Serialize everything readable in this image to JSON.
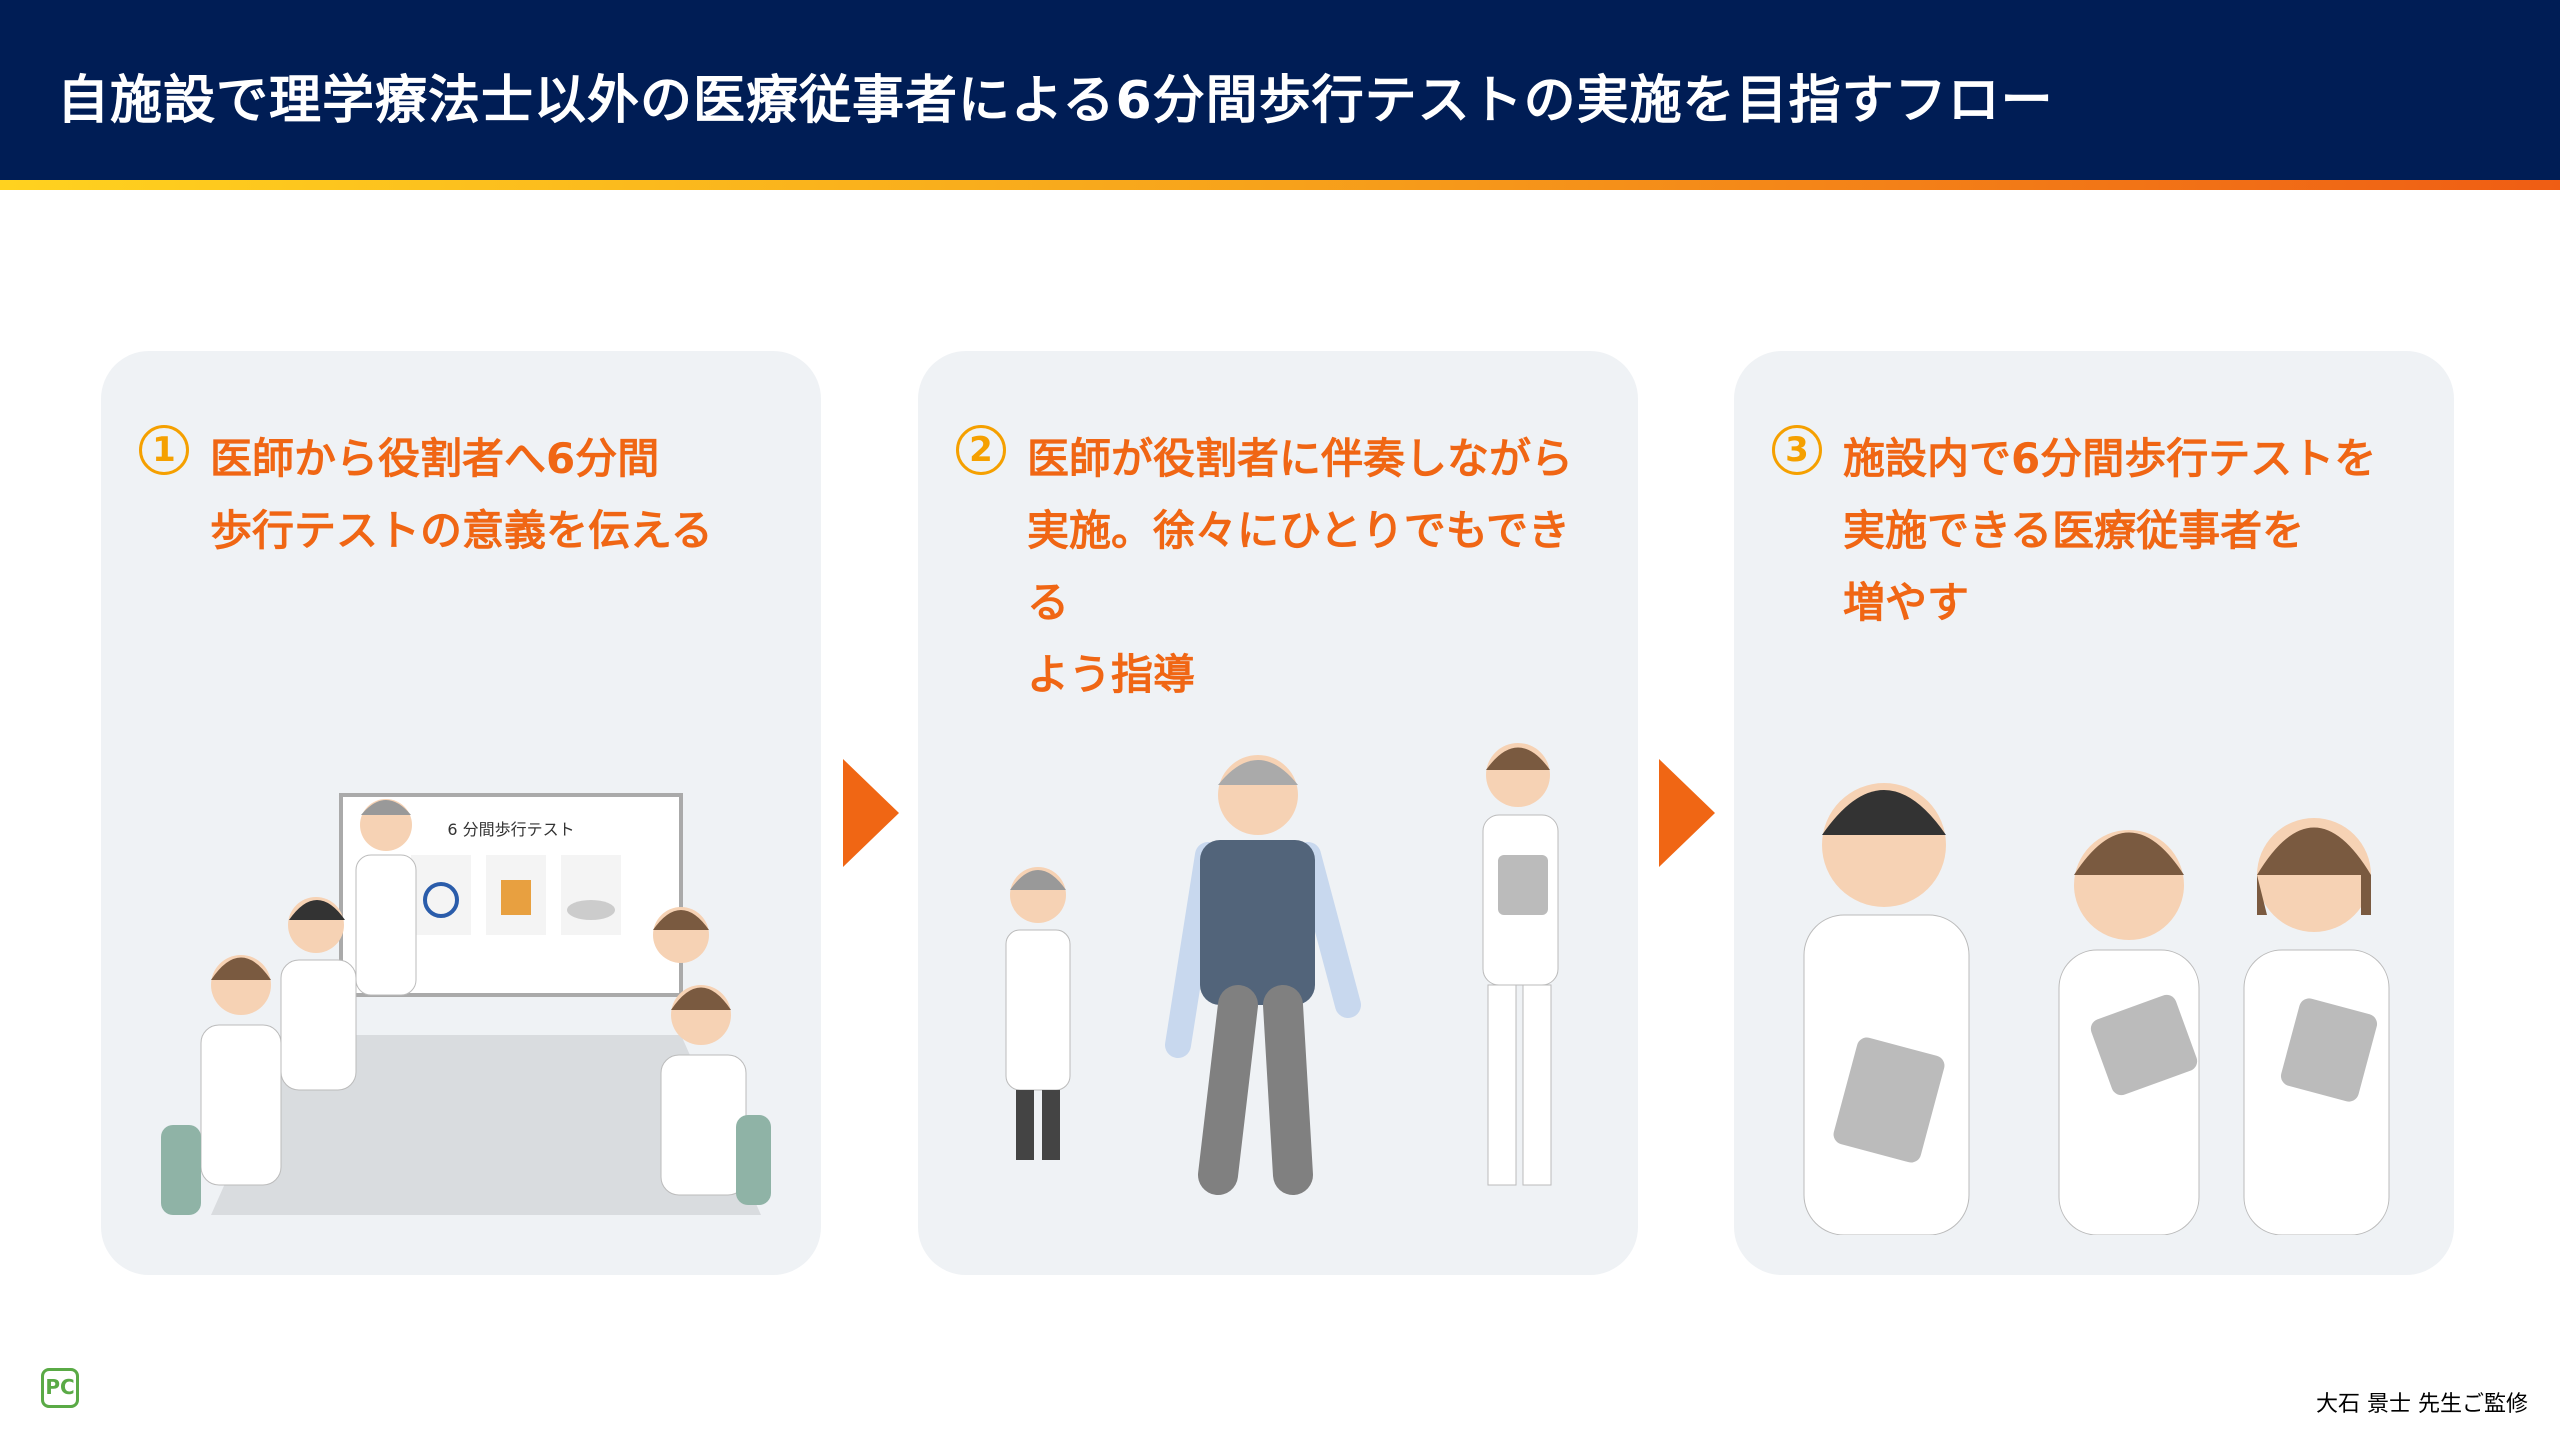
{
  "header": {
    "title": "自施設で理学療法士以外の医療従事者による6分間歩行テストの実施を目指すフロー"
  },
  "steps": [
    {
      "number": "1",
      "text": "医師から役割者へ6分間\n歩行テストの意義を伝える",
      "board_label": "6 分間歩行テスト"
    },
    {
      "number": "2",
      "text": "医師が役割者に伴奏しながら\n実施。徐々にひとりでもできる\nよう指導"
    },
    {
      "number": "3",
      "text": "施設内で6分間歩行テストを\n実施できる医療従事者を\n増やす"
    }
  ],
  "footer": {
    "logo": "PC",
    "credit": "大石 景士 先生ご監修"
  },
  "colors": {
    "header_bg": "#001d55",
    "accent": "#f06614",
    "number": "#f5a000",
    "card_bg": "#eff2f5"
  }
}
